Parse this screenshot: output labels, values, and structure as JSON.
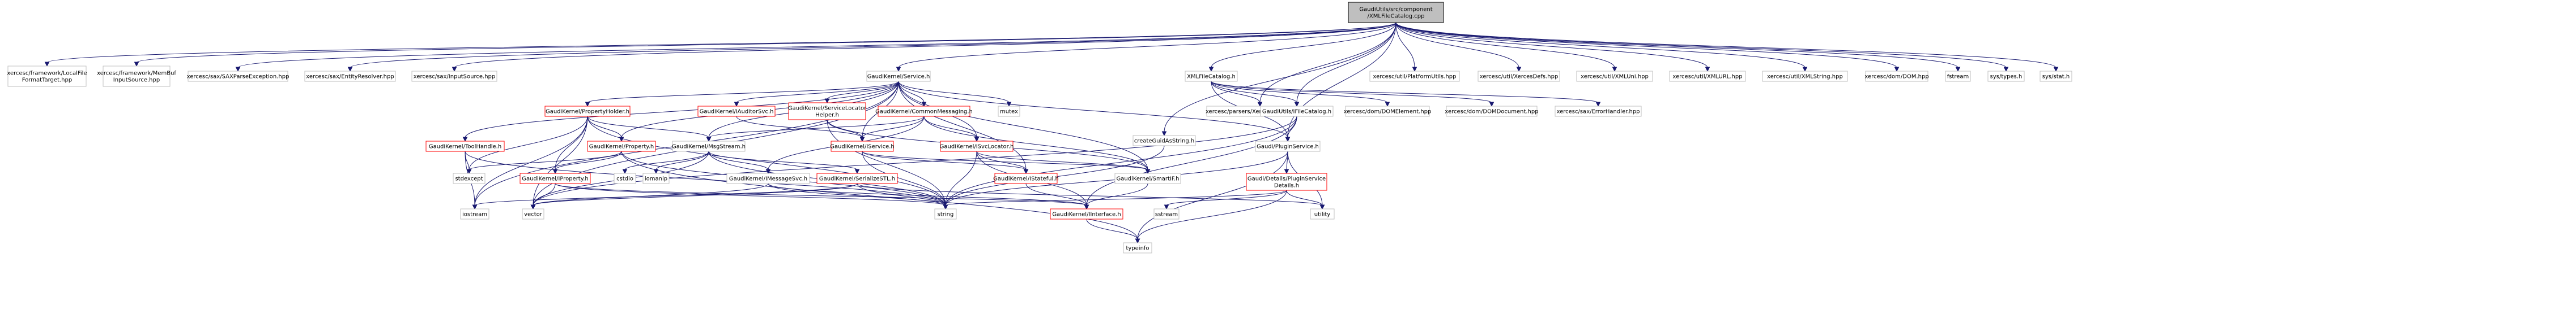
{
  "graph": {
    "nodes": [
      {
        "id": "root",
        "lines": [
          "GaudiUtils/src/component",
          "/XMLFileCatalog.cpp"
        ],
        "style": "root"
      },
      {
        "id": "lfft",
        "lines": [
          "xercesc/framework/LocalFile",
          "FormatTarget.hpp"
        ],
        "style": "plain"
      },
      {
        "id": "mbis",
        "lines": [
          "xercesc/framework/MemBuf",
          "InputSource.hpp"
        ],
        "style": "plain"
      },
      {
        "id": "saxpe",
        "lines": [
          "xercesc/sax/SAXParseException.hpp"
        ],
        "style": "plain"
      },
      {
        "id": "entres",
        "lines": [
          "xercesc/sax/EntityResolver.hpp"
        ],
        "style": "plain"
      },
      {
        "id": "insrc",
        "lines": [
          "xercesc/sax/InputSource.hpp"
        ],
        "style": "plain"
      },
      {
        "id": "service",
        "lines": [
          "GaudiKernel/Service.h"
        ],
        "style": "plain"
      },
      {
        "id": "propholder",
        "lines": [
          "GaudiKernel/PropertyHolder.h"
        ],
        "style": "red"
      },
      {
        "id": "iauditor",
        "lines": [
          "GaudiKernel/IAuditorSvc.h"
        ],
        "style": "red"
      },
      {
        "id": "svclochelper",
        "lines": [
          "GaudiKernel/ServiceLocator",
          "Helper.h"
        ],
        "style": "red"
      },
      {
        "id": "commonmsg",
        "lines": [
          "GaudiKernel/CommonMessaging.h"
        ],
        "style": "red"
      },
      {
        "id": "mutex",
        "lines": [
          "mutex"
        ],
        "style": "plain"
      },
      {
        "id": "toolhandle",
        "lines": [
          "GaudiKernel/ToolHandle.h"
        ],
        "style": "red"
      },
      {
        "id": "property",
        "lines": [
          "GaudiKernel/Property.h"
        ],
        "style": "red"
      },
      {
        "id": "msgstream",
        "lines": [
          "GaudiKernel/MsgStream.h"
        ],
        "style": "plain"
      },
      {
        "id": "iservice",
        "lines": [
          "GaudiKernel/IService.h"
        ],
        "style": "red"
      },
      {
        "id": "isvclocator",
        "lines": [
          "GaudiKernel/ISvcLocator.h"
        ],
        "style": "red"
      },
      {
        "id": "stdexcept",
        "lines": [
          "stdexcept"
        ],
        "style": "plain"
      },
      {
        "id": "iproperty",
        "lines": [
          "GaudiKernel/IProperty.h"
        ],
        "style": "red"
      },
      {
        "id": "cstdio",
        "lines": [
          "cstdio"
        ],
        "style": "plain"
      },
      {
        "id": "iomanip",
        "lines": [
          "iomanip"
        ],
        "style": "plain"
      },
      {
        "id": "imsgsvc",
        "lines": [
          "GaudiKernel/IMessageSvc.h"
        ],
        "style": "plain"
      },
      {
        "id": "serstl",
        "lines": [
          "GaudiKernel/SerializeSTL.h"
        ],
        "style": "red"
      },
      {
        "id": "istateful",
        "lines": [
          "GaudiKernel/IStateful.h"
        ],
        "style": "red"
      },
      {
        "id": "smartif",
        "lines": [
          "GaudiKernel/SmartIF.h"
        ],
        "style": "plain"
      },
      {
        "id": "iostream",
        "lines": [
          "iostream"
        ],
        "style": "plain"
      },
      {
        "id": "vector",
        "lines": [
          "vector"
        ],
        "style": "plain"
      },
      {
        "id": "string",
        "lines": [
          "string"
        ],
        "style": "plain"
      },
      {
        "id": "iinterface",
        "lines": [
          "GaudiKernel/IInterface.h"
        ],
        "style": "red"
      },
      {
        "id": "typeinfo",
        "lines": [
          "typeinfo"
        ],
        "style": "plain"
      },
      {
        "id": "createguid",
        "lines": [
          "createGuidAsString.h"
        ],
        "style": "plain"
      },
      {
        "id": "xmlfilecat",
        "lines": [
          "XMLFileCatalog.h"
        ],
        "style": "plain"
      },
      {
        "id": "xdomparser",
        "lines": [
          "xercesc/parsers/XercesDOMParser.hpp"
        ],
        "style": "plain"
      },
      {
        "id": "ifilecat",
        "lines": [
          "GaudiUtils/IFileCatalog.h"
        ],
        "style": "plain"
      },
      {
        "id": "pluginsvc",
        "lines": [
          "Gaudi/PluginService.h"
        ],
        "style": "plain"
      },
      {
        "id": "pluginsvcdet",
        "lines": [
          "Gaudi/Details/PluginService",
          "Details.h"
        ],
        "style": "red"
      },
      {
        "id": "sstream",
        "lines": [
          "sstream"
        ],
        "style": "plain"
      },
      {
        "id": "utility",
        "lines": [
          "utility"
        ],
        "style": "plain"
      },
      {
        "id": "domelement",
        "lines": [
          "xercesc/dom/DOMElement.hpp"
        ],
        "style": "plain"
      },
      {
        "id": "domdocument",
        "lines": [
          "xercesc/dom/DOMDocument.hpp"
        ],
        "style": "plain"
      },
      {
        "id": "errhandler",
        "lines": [
          "xercesc/sax/ErrorHandler.hpp"
        ],
        "style": "plain"
      },
      {
        "id": "platutils",
        "lines": [
          "xercesc/util/PlatformUtils.hpp"
        ],
        "style": "plain"
      },
      {
        "id": "xercesdefs",
        "lines": [
          "xercesc/util/XercesDefs.hpp"
        ],
        "style": "plain"
      },
      {
        "id": "xmluni",
        "lines": [
          "xercesc/util/XMLUni.hpp"
        ],
        "style": "plain"
      },
      {
        "id": "xmlurl",
        "lines": [
          "xercesc/util/XMLURL.hpp"
        ],
        "style": "plain"
      },
      {
        "id": "xmlstring",
        "lines": [
          "xercesc/util/XMLString.hpp"
        ],
        "style": "plain"
      },
      {
        "id": "domhpp",
        "lines": [
          "xercesc/dom/DOM.hpp"
        ],
        "style": "plain"
      },
      {
        "id": "fstream",
        "lines": [
          "fstream"
        ],
        "style": "plain"
      },
      {
        "id": "systypes",
        "lines": [
          "sys/types.h"
        ],
        "style": "plain"
      },
      {
        "id": "sysstat",
        "lines": [
          "sys/stat.h"
        ],
        "style": "plain"
      }
    ],
    "edges": [
      [
        "root",
        "lfft"
      ],
      [
        "root",
        "mbis"
      ],
      [
        "root",
        "saxpe"
      ],
      [
        "root",
        "entres"
      ],
      [
        "root",
        "insrc"
      ],
      [
        "root",
        "service"
      ],
      [
        "root",
        "createguid"
      ],
      [
        "root",
        "xmlfilecat"
      ],
      [
        "root",
        "xdomparser"
      ],
      [
        "root",
        "ifilecat"
      ],
      [
        "root",
        "pluginsvc"
      ],
      [
        "root",
        "platutils"
      ],
      [
        "root",
        "xercesdefs"
      ],
      [
        "root",
        "xmluni"
      ],
      [
        "root",
        "xmlurl"
      ],
      [
        "root",
        "xmlstring"
      ],
      [
        "root",
        "domhpp"
      ],
      [
        "root",
        "fstream"
      ],
      [
        "root",
        "systypes"
      ],
      [
        "root",
        "sysstat"
      ],
      [
        "service",
        "propholder"
      ],
      [
        "service",
        "iauditor"
      ],
      [
        "service",
        "svclochelper"
      ],
      [
        "service",
        "commonmsg"
      ],
      [
        "service",
        "mutex"
      ],
      [
        "service",
        "toolhandle"
      ],
      [
        "service",
        "property"
      ],
      [
        "service",
        "msgstream"
      ],
      [
        "service",
        "iservice"
      ],
      [
        "service",
        "isvclocator"
      ],
      [
        "service",
        "istateful"
      ],
      [
        "service",
        "smartif"
      ],
      [
        "service",
        "iostream"
      ],
      [
        "service",
        "vector"
      ],
      [
        "service",
        "pluginsvc"
      ],
      [
        "propholder",
        "property"
      ],
      [
        "propholder",
        "stdexcept"
      ],
      [
        "propholder",
        "iproperty"
      ],
      [
        "propholder",
        "msgstream"
      ],
      [
        "propholder",
        "iostream"
      ],
      [
        "propholder",
        "vector"
      ],
      [
        "propholder",
        "string"
      ],
      [
        "iauditor",
        "iservice"
      ],
      [
        "svclochelper",
        "iservice"
      ],
      [
        "svclochelper",
        "string"
      ],
      [
        "svclochelper",
        "smartif"
      ],
      [
        "commonmsg",
        "iservice"
      ],
      [
        "commonmsg",
        "isvclocator"
      ],
      [
        "commonmsg",
        "msgstream"
      ],
      [
        "commonmsg",
        "imsgsvc"
      ],
      [
        "commonmsg",
        "smartif"
      ],
      [
        "toolhandle",
        "stdexcept"
      ],
      [
        "toolhandle",
        "iostream"
      ],
      [
        "toolhandle",
        "string"
      ],
      [
        "property",
        "stdexcept"
      ],
      [
        "property",
        "iproperty"
      ],
      [
        "property",
        "string"
      ],
      [
        "property",
        "typeinfo"
      ],
      [
        "msgstream",
        "cstdio"
      ],
      [
        "msgstream",
        "iomanip"
      ],
      [
        "msgstream",
        "imsgsvc"
      ],
      [
        "msgstream",
        "serstl"
      ],
      [
        "msgstream",
        "string"
      ],
      [
        "msgstream",
        "vector"
      ],
      [
        "iservice",
        "istateful"
      ],
      [
        "iservice",
        "string"
      ],
      [
        "iservice",
        "smartif"
      ],
      [
        "isvclocator",
        "istateful"
      ],
      [
        "isvclocator",
        "iinterface"
      ],
      [
        "isvclocator",
        "smartif"
      ],
      [
        "isvclocator",
        "string"
      ],
      [
        "iproperty",
        "iinterface"
      ],
      [
        "iproperty",
        "string"
      ],
      [
        "iproperty",
        "vector"
      ],
      [
        "imsgsvc",
        "iinterface"
      ],
      [
        "imsgsvc",
        "string"
      ],
      [
        "imsgsvc",
        "vector"
      ],
      [
        "serstl",
        "iostream"
      ],
      [
        "serstl",
        "string"
      ],
      [
        "serstl",
        "vector"
      ],
      [
        "serstl",
        "utility"
      ],
      [
        "istateful",
        "iinterface"
      ],
      [
        "smartif",
        "iinterface"
      ],
      [
        "iinterface",
        "typeinfo"
      ],
      [
        "createguid",
        "string"
      ],
      [
        "xmlfilecat",
        "ifilecat"
      ],
      [
        "xmlfilecat",
        "xdomparser"
      ],
      [
        "xmlfilecat",
        "domelement"
      ],
      [
        "xmlfilecat",
        "domdocument"
      ],
      [
        "xmlfilecat",
        "errhandler"
      ],
      [
        "xmlfilecat",
        "pluginsvc"
      ],
      [
        "ifilecat",
        "iinterface"
      ],
      [
        "ifilecat",
        "string"
      ],
      [
        "ifilecat",
        "vector"
      ],
      [
        "ifilecat",
        "pluginsvc"
      ],
      [
        "pluginsvc",
        "pluginsvcdet"
      ],
      [
        "pluginsvc",
        "string"
      ],
      [
        "pluginsvc",
        "typeinfo"
      ],
      [
        "pluginsvc",
        "utility"
      ],
      [
        "pluginsvcdet",
        "sstream"
      ],
      [
        "pluginsvcdet",
        "string"
      ],
      [
        "pluginsvcdet",
        "typeinfo"
      ],
      [
        "pluginsvcdet",
        "utility"
      ]
    ],
    "colors": {
      "edge": "#191970",
      "plain_border": "#bfbfbf",
      "red_border": "#ff0000",
      "root_fill": "#bfbfbf",
      "root_border": "#000000",
      "text": "#000000"
    }
  }
}
